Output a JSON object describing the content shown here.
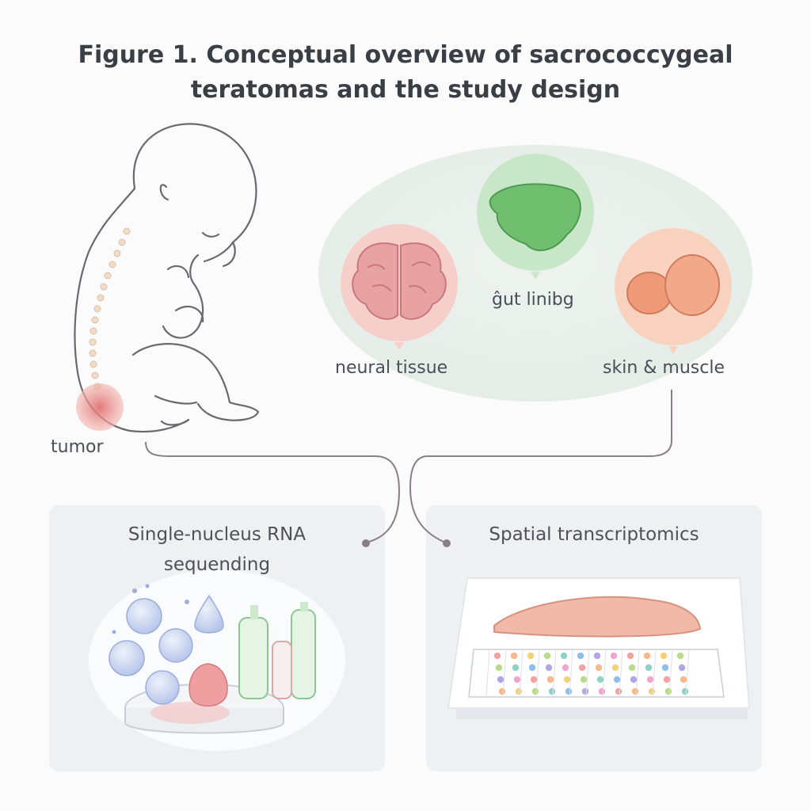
{
  "title": {
    "line1": "Figure 1. Conceptual overview of sacrococcygeal",
    "line2": "teratomas and the study design"
  },
  "labels": {
    "tumor": "tumor",
    "neural": "neural tissue",
    "gut": "ĝut linibg",
    "skin": "skin & muscle"
  },
  "panels": {
    "left": {
      "line1": "Single-nucleus RNA",
      "line2": "sequending"
    },
    "right": {
      "line1": "Spatial transcriptomics"
    }
  },
  "colors": {
    "neural": "#e8a0a0",
    "gut": "#6fbf6f",
    "skin": "#f2a07a",
    "tumor": "#e06a6a",
    "line": "#8a7f88"
  }
}
